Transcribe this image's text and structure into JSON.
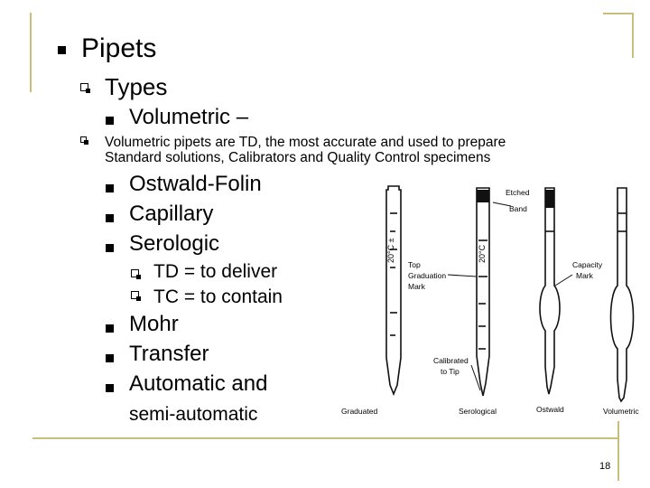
{
  "level1": {
    "title": "Pipets"
  },
  "level2": {
    "title": "Types"
  },
  "level3_first": "Volumetric –",
  "note": {
    "line1": "Volumetric pipets are TD,  the most accurate and used to prepare",
    "line2": "Standard solutions, Calibrators and Quality Control specimens"
  },
  "types_a": [
    "Ostwald-Folin",
    "Capillary",
    "Serologic"
  ],
  "sub_items": [
    "TD = to deliver",
    "TC = to contain"
  ],
  "types_b": [
    "Mohr",
    "Transfer",
    "Automatic and"
  ],
  "types_b_cont": "semi-automatic",
  "illustration": {
    "labels": {
      "etched_band": "Etched\nBand",
      "top_graduation_mark": "Top\nGraduation\nMark",
      "calibrated_to_tip": "Calibrated\nto Tip",
      "capacity_mark": "Capacity\nMark"
    },
    "captions": [
      "Graduated",
      "Serological",
      "Ostwald",
      "Volumetric"
    ]
  },
  "page_number": "18"
}
